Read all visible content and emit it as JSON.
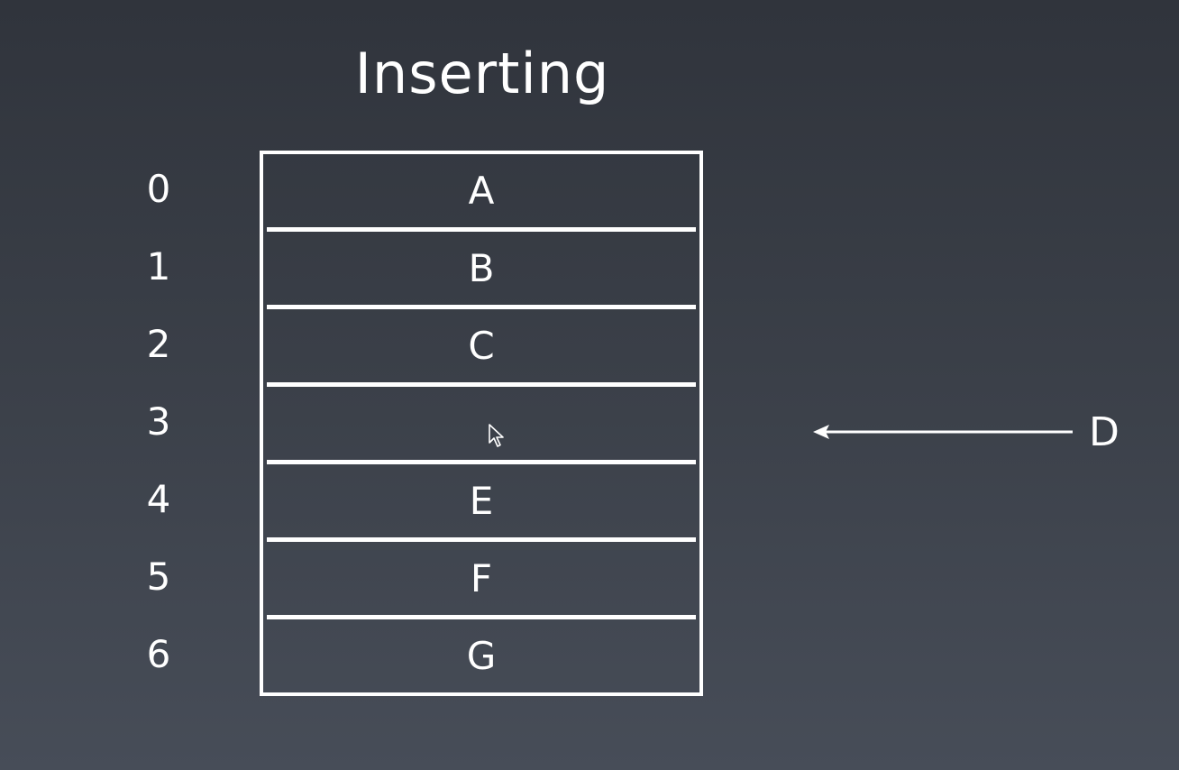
{
  "title": "Inserting",
  "indices": [
    "0",
    "1",
    "2",
    "3",
    "4",
    "5",
    "6"
  ],
  "cells": [
    "A",
    "B",
    "C",
    "",
    "E",
    "F",
    "G"
  ],
  "insert": {
    "label": "D"
  },
  "colors": {
    "foreground": "#ffffff",
    "background_top": "#30343c",
    "background_bottom": "#474d58"
  }
}
